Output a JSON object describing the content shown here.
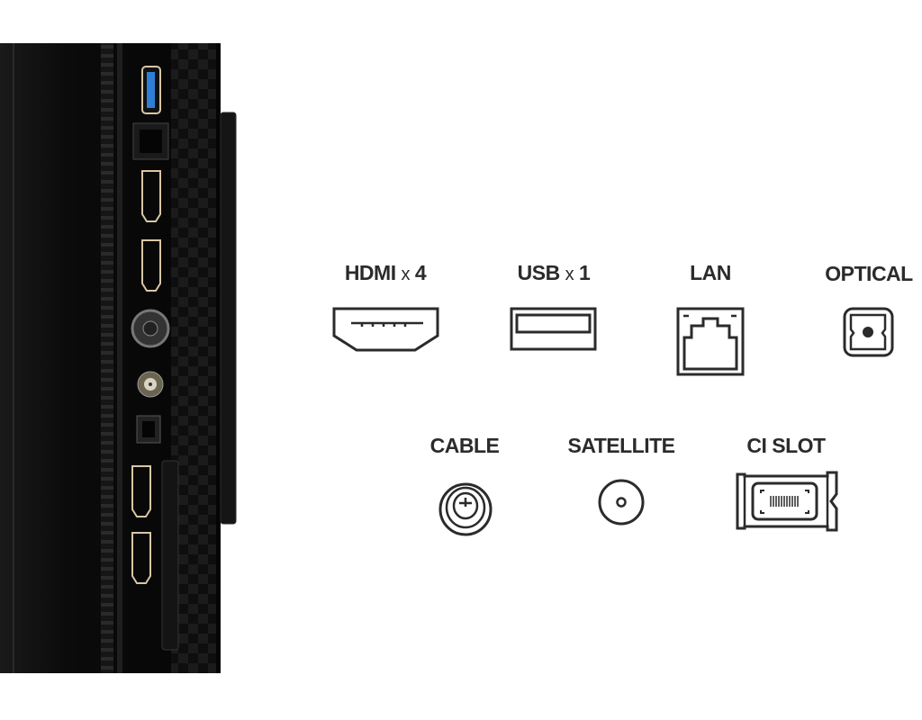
{
  "ports": [
    {
      "id": "hdmi",
      "name": "HDMI",
      "x": "x",
      "count": "4",
      "icon": "hdmi-icon"
    },
    {
      "id": "usb",
      "name": "USB",
      "x": "x",
      "count": "1",
      "icon": "usb-icon"
    },
    {
      "id": "lan",
      "name": "LAN",
      "icon": "lan-icon"
    },
    {
      "id": "optical",
      "name": "OPTICAL",
      "icon": "optical-icon"
    },
    {
      "id": "cable",
      "name": "CABLE",
      "icon": "cable-icon"
    },
    {
      "id": "satellite",
      "name": "SATELLITE",
      "icon": "satellite-icon"
    },
    {
      "id": "ci",
      "name": "CI SLOT",
      "icon": "ci-slot-icon"
    }
  ],
  "colors": {
    "usb_blue": "#2f7fd6",
    "port_gold": "#d8c7a6",
    "tv_black": "#0c0c0c",
    "label": "#2b2b2b"
  }
}
